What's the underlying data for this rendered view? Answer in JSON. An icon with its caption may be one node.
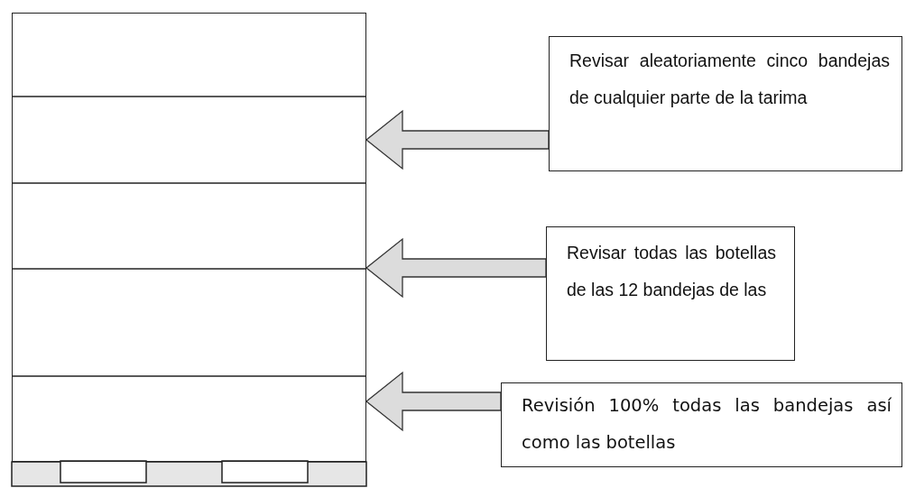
{
  "diagram": {
    "nodes": [
      {
        "text": [],
        "shape": "box"
      },
      {
        "text": [
          "Revisar aleatoriamente cinco bandejas  de cualquier parte de la tarima"
        ]
      },
      {
        "text": [
          "Revisar todas las botellas de las 12 bandejas de las"
        ]
      },
      {
        "text": [
          "Revisión 100% todas las bandejas así como las botellas"
        ]
      }
    ],
    "edges": [
      {
        "from": 1,
        "to": 0,
        "arrow": "to"
      },
      {
        "from": 2,
        "to": 0,
        "arrow": "to"
      },
      {
        "from": 3,
        "to": 0,
        "arrow": "to"
      }
    ]
  }
}
